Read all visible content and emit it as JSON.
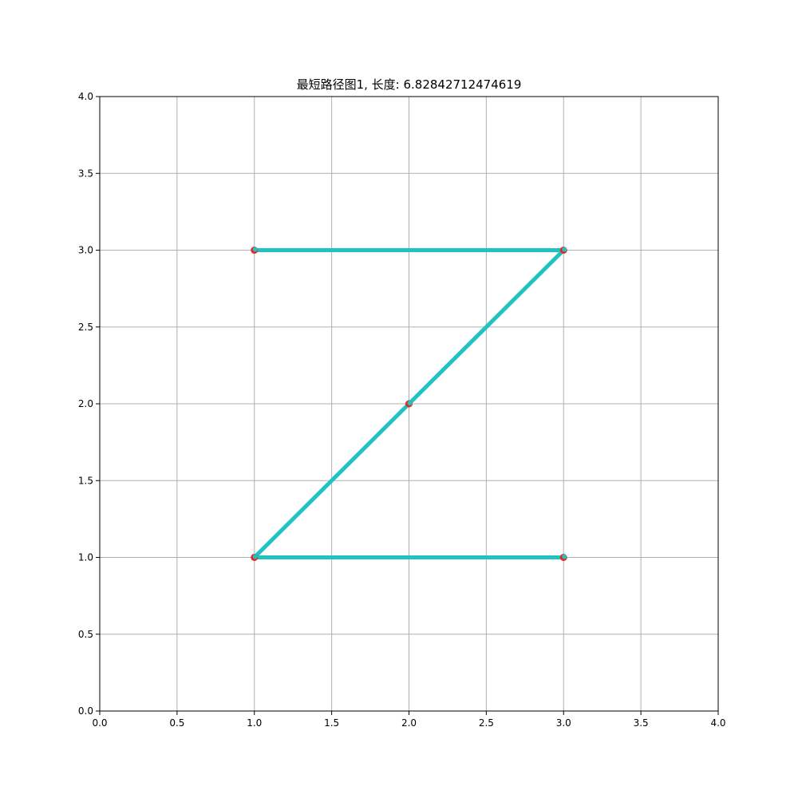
{
  "chart_data": {
    "type": "line",
    "title": "最短路径图1, 长度: 6.82842712474619",
    "xlabel": "",
    "ylabel": "",
    "xlim": [
      0,
      4
    ],
    "ylim": [
      0,
      4
    ],
    "grid": true,
    "x_ticks": [
      "0.0",
      "0.5",
      "1.0",
      "1.5",
      "2.0",
      "2.5",
      "3.0",
      "3.5",
      "4.0"
    ],
    "y_ticks": [
      "0.0",
      "0.5",
      "1.0",
      "1.5",
      "2.0",
      "2.5",
      "3.0",
      "3.5",
      "4.0"
    ],
    "path": {
      "color": "#20c2c2",
      "points": [
        {
          "x": 1,
          "y": 3
        },
        {
          "x": 3,
          "y": 3
        },
        {
          "x": 2,
          "y": 2
        },
        {
          "x": 1,
          "y": 1
        },
        {
          "x": 3,
          "y": 1
        }
      ]
    },
    "markers": {
      "color": "#e8261f",
      "points": [
        {
          "x": 1,
          "y": 3
        },
        {
          "x": 3,
          "y": 3
        },
        {
          "x": 2,
          "y": 2
        },
        {
          "x": 1,
          "y": 1
        },
        {
          "x": 3,
          "y": 1
        }
      ]
    },
    "grid_color": "#b0b0b0"
  }
}
